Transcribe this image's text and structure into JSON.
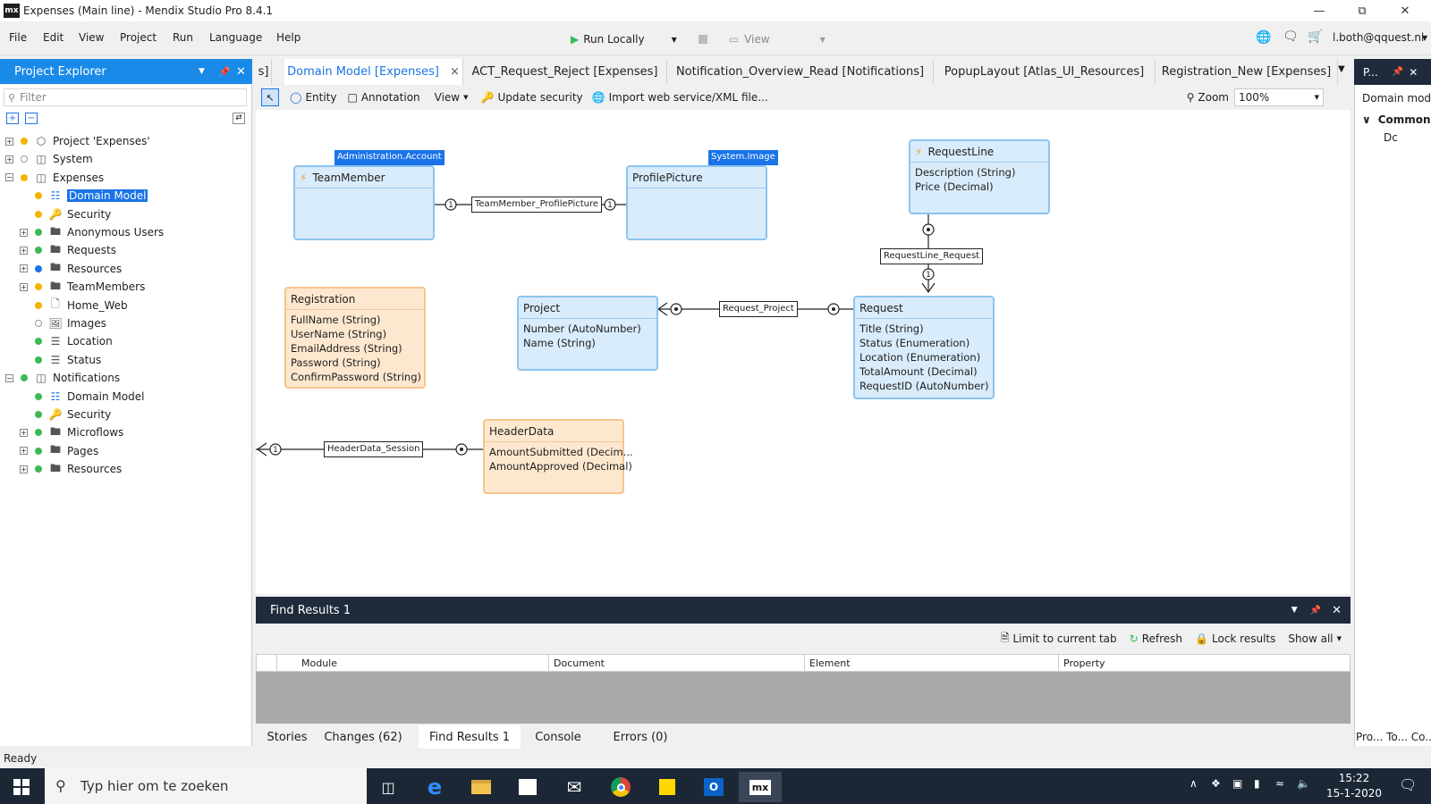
{
  "window": {
    "title": "Expenses (Main line) - Mendix Studio Pro 8.4.1",
    "logo": "mx"
  },
  "menu": {
    "items": [
      "File",
      "Edit",
      "View",
      "Project",
      "Run",
      "Language",
      "Help"
    ],
    "run_locally": "Run Locally",
    "view": "View",
    "user": "l.both@qquest.nl"
  },
  "explorer": {
    "title": "Project Explorer",
    "filter_placeholder": "Filter",
    "tree": [
      {
        "label": "Project 'Expenses'",
        "icon": "project-icon",
        "level": 0,
        "expander": "+",
        "dot": "#f5b400"
      },
      {
        "label": "System",
        "icon": "module-icon",
        "level": 0,
        "expander": "+",
        "dot": ""
      },
      {
        "label": "Expenses",
        "icon": "module-icon",
        "level": 0,
        "expander": "−",
        "dot": "#f5b400"
      },
      {
        "label": "Domain Model",
        "icon": "domain-model-icon",
        "level": 1,
        "expander": "",
        "dot": "#f5b400",
        "selected": true
      },
      {
        "label": "Security",
        "icon": "key-icon",
        "level": 1,
        "expander": "",
        "dot": "#f5b400"
      },
      {
        "label": "Anonymous Users",
        "icon": "folder-icon",
        "level": 1,
        "expander": "+",
        "dot": "#3cba54"
      },
      {
        "label": "Requests",
        "icon": "folder-icon",
        "level": 1,
        "expander": "+",
        "dot": "#3cba54"
      },
      {
        "label": "Resources",
        "icon": "folder-icon",
        "level": 1,
        "expander": "+",
        "dot": "#1a73e8"
      },
      {
        "label": "TeamMembers",
        "icon": "folder-icon",
        "level": 1,
        "expander": "+",
        "dot": "#f5b400"
      },
      {
        "label": "Home_Web",
        "icon": "page-icon",
        "level": 1,
        "expander": "",
        "dot": "#f5b400"
      },
      {
        "label": "Images",
        "icon": "images-icon",
        "level": 1,
        "expander": "",
        "dot": ""
      },
      {
        "label": "Location",
        "icon": "enum-icon",
        "level": 1,
        "expander": "",
        "dot": "#3cba54"
      },
      {
        "label": "Status",
        "icon": "enum-icon",
        "level": 1,
        "expander": "",
        "dot": "#3cba54"
      },
      {
        "label": "Notifications",
        "icon": "module-icon",
        "level": 0,
        "expander": "−",
        "dot": "#3cba54"
      },
      {
        "label": "Domain Model",
        "icon": "domain-model-icon",
        "level": 1,
        "expander": "",
        "dot": "#3cba54"
      },
      {
        "label": "Security",
        "icon": "key-icon",
        "level": 1,
        "expander": "",
        "dot": "#3cba54"
      },
      {
        "label": "Microflows",
        "icon": "folder-icon",
        "level": 1,
        "expander": "+",
        "dot": "#3cba54"
      },
      {
        "label": "Pages",
        "icon": "folder-icon",
        "level": 1,
        "expander": "+",
        "dot": "#3cba54"
      },
      {
        "label": "Resources",
        "icon": "folder-icon",
        "level": 1,
        "expander": "+",
        "dot": "#3cba54"
      }
    ]
  },
  "tabs": {
    "partial": "s]",
    "items": [
      "Domain Model [Expenses]",
      "ACT_Request_Reject [Expenses]",
      "Notification_Overview_Read [Notifications]",
      "PopupLayout [Atlas_UI_Resources]",
      "Registration_New [Expenses]"
    ],
    "close": "×",
    "props_tab": "P..."
  },
  "dm_toolbar": {
    "entity": "Entity",
    "annotation": "Annotation",
    "view": "View",
    "update_security": "Update security",
    "import": "Import web service/XML file...",
    "zoom_label": "Zoom",
    "zoom_value": "100%"
  },
  "entities": {
    "teammember": {
      "name": "TeamMember",
      "gen": "Administration.Account",
      "attrs": []
    },
    "profilepicture": {
      "name": "ProfilePicture",
      "gen": "System.Image",
      "attrs": []
    },
    "requestline": {
      "name": "RequestLine",
      "attrs": [
        "Description (String)",
        "Price (Decimal)"
      ]
    },
    "registration": {
      "name": "Registration",
      "attrs": [
        "FullName (String)",
        "UserName (String)",
        "EmailAddress (String)",
        "Password (String)",
        "ConfirmPassword (String)"
      ]
    },
    "project": {
      "name": "Project",
      "attrs": [
        "Number (AutoNumber)",
        "Name (String)"
      ]
    },
    "request": {
      "name": "Request",
      "attrs": [
        "Title (String)",
        "Status (Enumeration)",
        "Location (Enumeration)",
        "TotalAmount (Decimal)",
        "RequestID (AutoNumber)"
      ]
    },
    "headerdata": {
      "name": "HeaderData",
      "attrs": [
        "AmountSubmitted (Decim...",
        "AmountApproved (Decimal)"
      ]
    }
  },
  "associations": {
    "tm_pp": "TeamMember_ProfilePicture",
    "rl_r": "RequestLine_Request",
    "r_p": "Request_Project",
    "hd_s": "HeaderData_Session",
    "one": "1"
  },
  "props": {
    "title": "Domain mode",
    "section": "Common",
    "row": "Dc"
  },
  "find": {
    "title": "Find Results 1",
    "limit": "Limit to current tab",
    "refresh": "Refresh",
    "lock": "Lock results",
    "show_all": "Show all",
    "columns": [
      "Module",
      "Document",
      "Element",
      "Property"
    ]
  },
  "bottom_tabs": [
    "Stories",
    "Changes (62)",
    "Find Results 1",
    "Console",
    "Errors (0)"
  ],
  "right_bottom_tabs": "Pro... To... Co...",
  "status": "Ready",
  "taskbar": {
    "search": "Typ hier om te zoeken",
    "time": "15:22",
    "date": "15-1-2020",
    "mx": "mx"
  }
}
